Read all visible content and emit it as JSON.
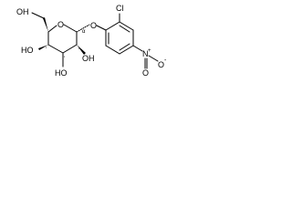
{
  "structure": {
    "atom_labels": {
      "hydroxymethyl_oh": "OH",
      "ring_oxygen": "O",
      "glycosidic_oxygen": "O",
      "chloro": "Cl",
      "c4_oh": "HO",
      "c3_oh": "HO",
      "c2_oh": "OH",
      "nitro": "N",
      "nitro_plus": "+",
      "nitro_oxygen": "O",
      "nitro_oxygen_minus": "-",
      "stereo_alpha": "α",
      "stereo_marker_c2": "'",
      "stereo_marker_c3": "'",
      "stereo_marker_c4": "'"
    }
  }
}
